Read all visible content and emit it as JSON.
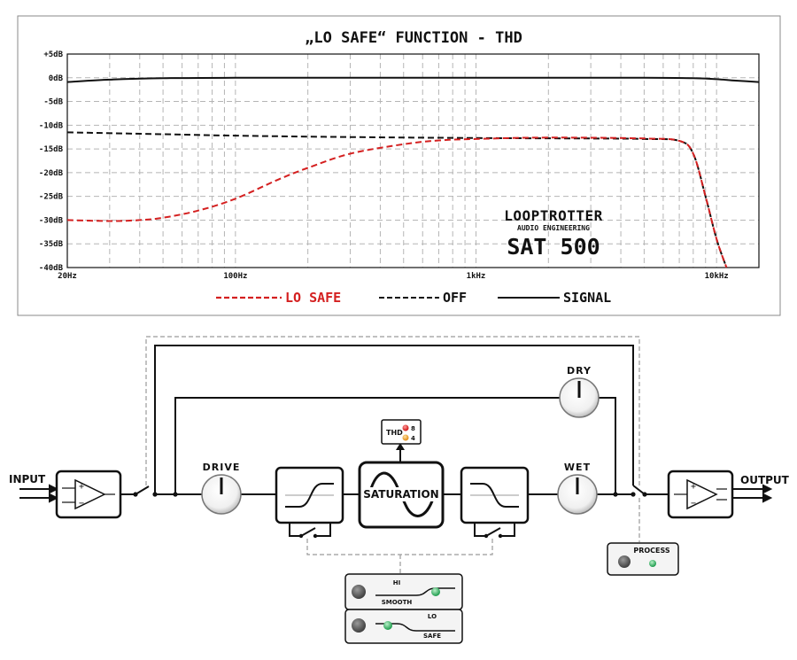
{
  "chart_data": {
    "type": "line",
    "title": "„LO SAFE“ FUNCTION - THD",
    "x_scale": "log",
    "xlim": [
      20,
      15000
    ],
    "ylim": [
      -40,
      5
    ],
    "x_ticks": [
      {
        "value": 20,
        "label": "20Hz"
      },
      {
        "value": 100,
        "label": "100Hz"
      },
      {
        "value": 1000,
        "label": "1kHz"
      },
      {
        "value": 10000,
        "label": "10kHz"
      }
    ],
    "y_ticks": [
      {
        "value": 5,
        "label": "+5dB"
      },
      {
        "value": 0,
        "label": "0dB"
      },
      {
        "value": -5,
        "label": "-5dB"
      },
      {
        "value": -10,
        "label": "-10dB"
      },
      {
        "value": -15,
        "label": "-15dB"
      },
      {
        "value": -20,
        "label": "-20dB"
      },
      {
        "value": -25,
        "label": "-25dB"
      },
      {
        "value": -30,
        "label": "-30dB"
      },
      {
        "value": -35,
        "label": "-35dB"
      },
      {
        "value": -40,
        "label": "-40dB"
      }
    ],
    "grid": true,
    "legend_position": "bottom",
    "series": [
      {
        "name": "LO SAFE",
        "color": "#d42020",
        "dash": true,
        "x": [
          20,
          30,
          40,
          50,
          70,
          100,
          150,
          200,
          300,
          500,
          700,
          1000,
          2000,
          5000,
          7000,
          8000,
          9000,
          10000,
          11000
        ],
        "y": [
          -30,
          -30.2,
          -30,
          -29.5,
          -28,
          -25.5,
          -21.5,
          -19,
          -16,
          -14,
          -13.2,
          -12.9,
          -12.6,
          -12.8,
          -13.3,
          -16,
          -25,
          -34,
          -40
        ]
      },
      {
        "name": "OFF",
        "color": "#111111",
        "dash": true,
        "x": [
          20,
          50,
          100,
          300,
          1000,
          3000,
          5000,
          7000,
          8000,
          9000,
          10000,
          11000
        ],
        "y": [
          -11.5,
          -11.9,
          -12.2,
          -12.5,
          -12.7,
          -12.8,
          -12.9,
          -13.3,
          -16,
          -25,
          -34,
          -40
        ]
      },
      {
        "name": "SIGNAL",
        "color": "#111111",
        "dash": false,
        "x": [
          20,
          30,
          50,
          100,
          1000,
          5000,
          8000,
          10000,
          12000,
          15000
        ],
        "y": [
          -0.9,
          -0.4,
          -0.1,
          0,
          0,
          0,
          -0.1,
          -0.3,
          -0.6,
          -0.9
        ]
      }
    ],
    "annotations": {
      "brand": "LOOPTROTTER",
      "brand_sub": "AUDIO ENGINEERING",
      "model": "SAT 500"
    }
  },
  "diagram": {
    "input_label": "INPUT",
    "output_label": "OUTPUT",
    "drive_label": "DRIVE",
    "wet_label": "WET",
    "dry_label": "DRY",
    "saturation_label": "SATURATION",
    "thd_label": "THD",
    "thd_values": [
      "8",
      "4"
    ],
    "process_label": "PROCESS",
    "hi_label": "HI",
    "smooth_label": "SMOOTH",
    "lo_label": "LO",
    "safe_label": "SAFE"
  }
}
